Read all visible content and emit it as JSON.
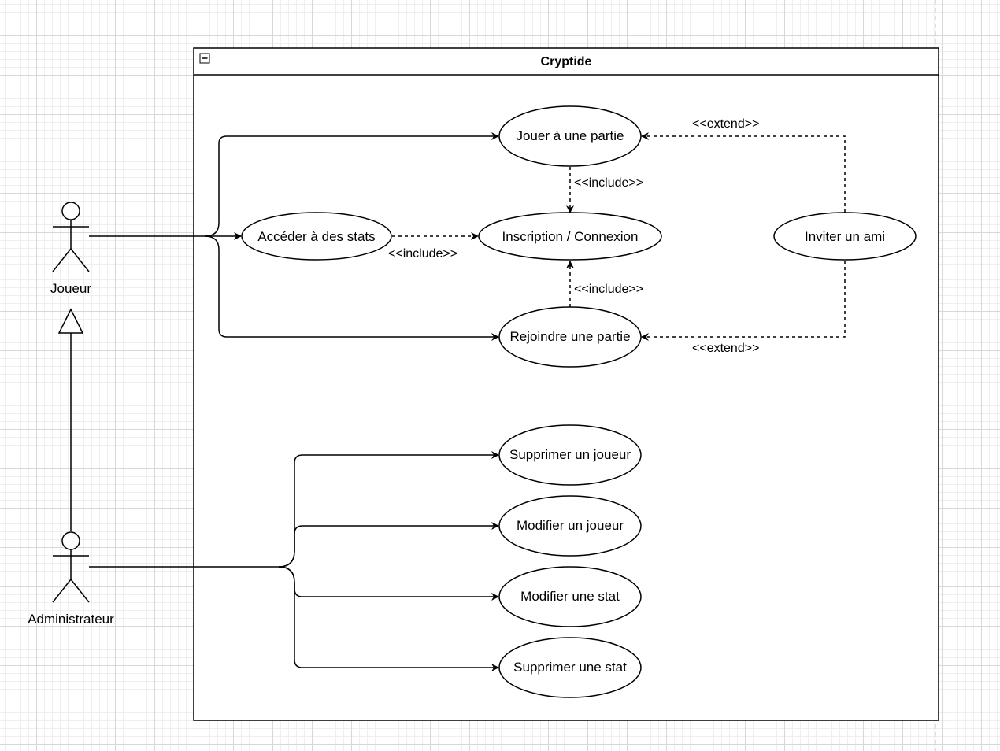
{
  "system": {
    "title": "Cryptide",
    "collapse_icon": "minus-box-icon"
  },
  "actors": {
    "joueur": "Joueur",
    "admin": "Administrateur"
  },
  "use_cases": {
    "jouer": "Jouer à une partie",
    "stats": "Accéder à des stats",
    "inscription": "Inscription / Connexion",
    "inviter": "Inviter un ami",
    "rejoindre": "Rejoindre une partie",
    "supprimer_joueur": "Supprimer un joueur",
    "modifier_joueur": "Modifier un joueur",
    "modifier_stat": "Modifier une stat",
    "supprimer_stat": "Supprimer une stat"
  },
  "relations": {
    "include_1": "<<include>>",
    "include_2": "<<include>>",
    "include_3": "<<include>>",
    "extend_1": "<<extend>>",
    "extend_2": "<<extend>>"
  },
  "colors": {
    "line": "#000000",
    "fill": "#ffffff",
    "grid": "#d8d8d8",
    "dashed_edge": "#c0c0c0"
  }
}
